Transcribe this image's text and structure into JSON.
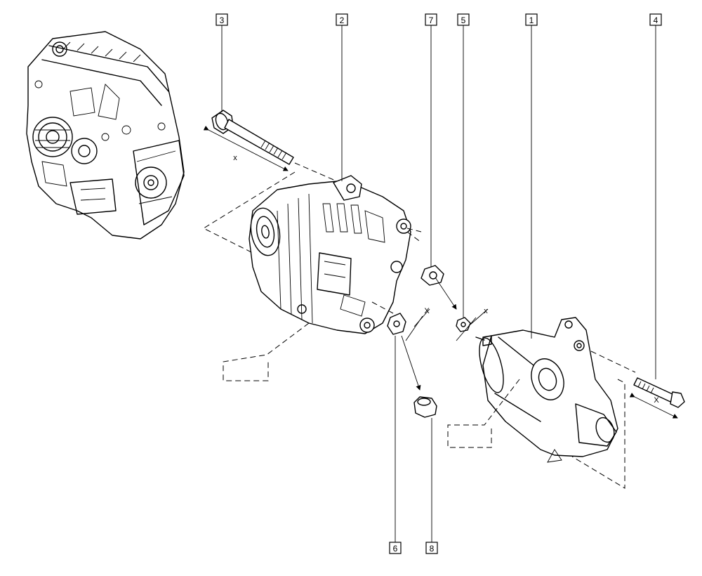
{
  "diagram": {
    "callouts": [
      {
        "id": "1",
        "label": "1"
      },
      {
        "id": "2",
        "label": "2"
      },
      {
        "id": "3",
        "label": "3"
      },
      {
        "id": "4",
        "label": "4"
      },
      {
        "id": "5",
        "label": "5"
      },
      {
        "id": "6",
        "label": "6"
      },
      {
        "id": "7",
        "label": "7"
      },
      {
        "id": "8",
        "label": "8"
      }
    ],
    "dimension_marks": {
      "bolt3_length": "x",
      "bolt4_length": "X",
      "nut6_marker": "X",
      "nut5_marker": "x"
    }
  }
}
